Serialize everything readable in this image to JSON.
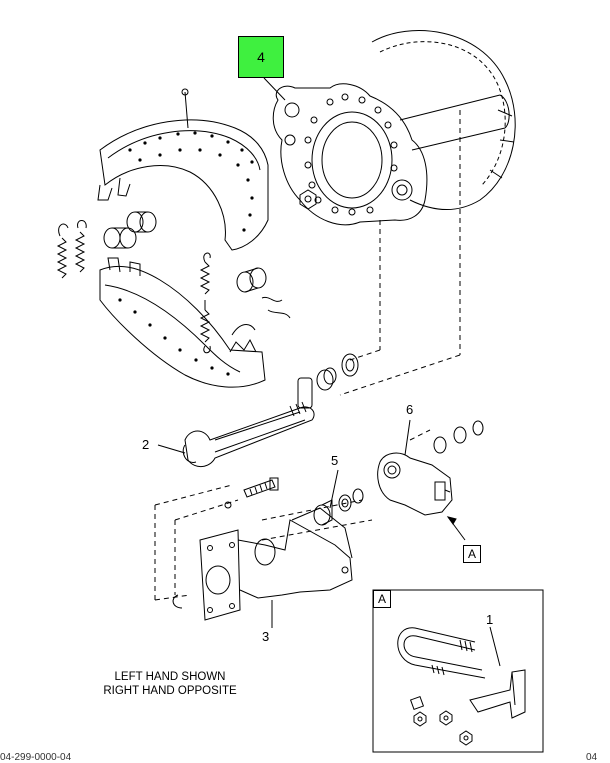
{
  "callouts": {
    "item_1": "1",
    "item_2": "2",
    "item_3": "3",
    "item_4": "4",
    "item_5": "5",
    "item_6": "6",
    "view_a_marker": "A",
    "view_a_title": "A"
  },
  "note": {
    "line1": "LEFT HAND SHOWN",
    "line2": "RIGHT HAND OPPOSITE"
  },
  "footer": {
    "left": "04-299-0000-04",
    "right": "04"
  },
  "colors": {
    "highlight": "#3ff03f",
    "ink": "#000000"
  }
}
